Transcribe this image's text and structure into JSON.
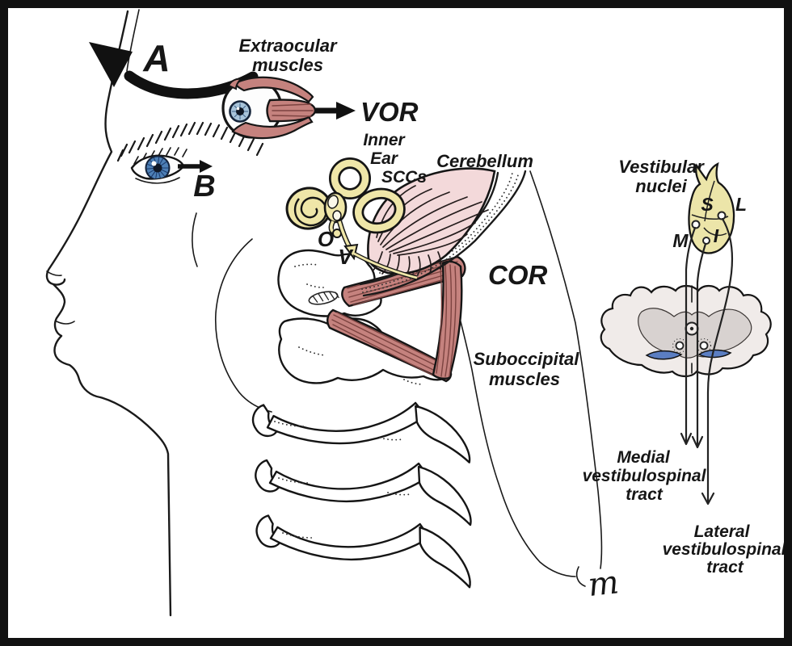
{
  "colors": {
    "border": "#111111",
    "ink": "#1a1a1a",
    "muscle_red": "#c5827e",
    "muscle_stripe": "#7c4340",
    "cerebellum_pink": "#f3d9da",
    "inner_ear_yellow": "#efe6a8",
    "nuclei_yellow": "#ece5a9",
    "iris_blue": "#4d7fb5",
    "iris_light": "#a8c4da",
    "tract_blue": "#5b7ec2",
    "brainstem_light": "#f0ebe9",
    "gray_matter": "#d8d2d0",
    "bone_white": "#ffffff"
  },
  "labels": {
    "head_rotation": "A",
    "eye_gaze": "B",
    "extraocular_line1": "Extraocular",
    "extraocular_line2": "muscles",
    "vor": "VOR",
    "inner_ear_line1": "Inner",
    "inner_ear_line2": "Ear",
    "inner_ear_line3": "SCCs",
    "cerebellum": "Cerebellum",
    "otolith": "O",
    "vestibular_nerve": "V",
    "cor": "COR",
    "suboccipital_line1": "Suboccipital",
    "suboccipital_line2": "muscles",
    "vestibular_nuclei_line1": "Vestibular",
    "vestibular_nuclei_line2": "nuclei",
    "nucleus_superior": "S",
    "nucleus_lateral": "L",
    "nucleus_medial": "M",
    "nucleus_inferior": "I",
    "medial_tract_line1": "Medial",
    "medial_tract_line2": "vestibulospinal",
    "medial_tract_line3": "tract",
    "lateral_tract_line1": "Lateral",
    "lateral_tract_line2": "vestibulospinal",
    "lateral_tract_line3": "tract",
    "signature": "m"
  }
}
